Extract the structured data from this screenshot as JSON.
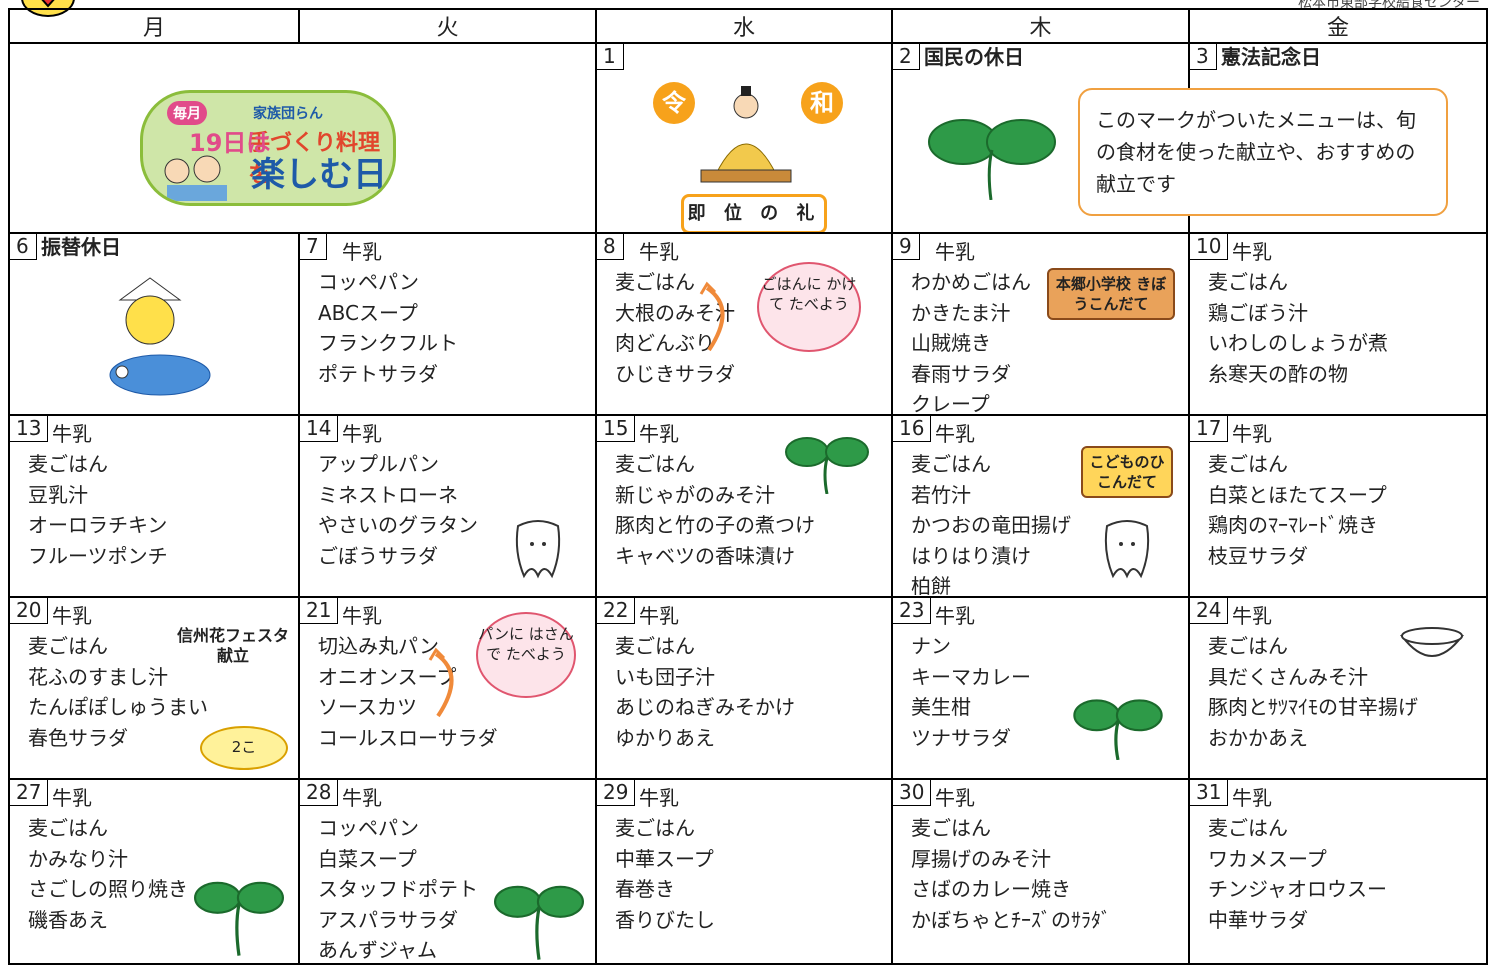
{
  "header_note": "松本市東部学校給食センター",
  "days": [
    "月",
    "火",
    "水",
    "木",
    "金"
  ],
  "milk": "牛乳",
  "logo": {
    "a": "毎月",
    "b": "19日は",
    "c": "家族団らん",
    "d": "手づくり料理を",
    "e": "楽しむ日"
  },
  "reiwa": {
    "rei": "令",
    "wa": "和",
    "label": "即 位 の 礼"
  },
  "note": "このマークがついたメニューは、旬の食材を使った献立や、おすすめの献立です",
  "signs": {
    "hongo": "本郷小学校 きぼうこんだて",
    "kodomo": "こどものひ こんだて"
  },
  "bubbles": {
    "rice": "ごはんに かけて たべよう",
    "bread": "パンに はさんで たべよう",
    "two": "2こ"
  },
  "fest": "信州花フェスタ 献立",
  "week1": {
    "wed": {
      "num": "1"
    },
    "thu": {
      "num": "2",
      "title": "国民の休日"
    },
    "fri": {
      "num": "3",
      "title": "憲法記念日"
    }
  },
  "week2": {
    "mon": {
      "num": "6",
      "title": "振替休日"
    },
    "tue": {
      "num": "7",
      "items": [
        "コッペパン",
        "ABCスープ",
        "フランクフルト",
        "ポテトサラダ"
      ]
    },
    "wed": {
      "num": "8",
      "items": [
        "麦ごはん",
        "大根のみそ汁",
        "肉どんぶり",
        "ひじきサラダ"
      ]
    },
    "thu": {
      "num": "9",
      "items": [
        "わかめごはん",
        "かきたま汁",
        "山賊焼き",
        "春雨サラダ",
        "クレープ"
      ]
    },
    "fri": {
      "num": "10",
      "items": [
        "麦ごはん",
        "鶏ごぼう汁",
        "いわしのしょうが煮",
        "糸寒天の酢の物"
      ]
    }
  },
  "week3": {
    "mon": {
      "num": "13",
      "items": [
        "麦ごはん",
        "豆乳汁",
        "オーロラチキン",
        "フルーツポンチ"
      ]
    },
    "tue": {
      "num": "14",
      "items": [
        "アップルパン",
        "ミネストローネ",
        "やさいのグラタン",
        "ごぼうサラダ"
      ]
    },
    "wed": {
      "num": "15",
      "items": [
        "麦ごはん",
        "新じゃがのみそ汁",
        "豚肉と竹の子の煮つけ",
        "キャベツの香味漬け"
      ]
    },
    "thu": {
      "num": "16",
      "items": [
        "麦ごはん",
        "若竹汁",
        "かつおの竜田揚げ",
        "はりはり漬け",
        "柏餅"
      ]
    },
    "fri": {
      "num": "17",
      "items": [
        "麦ごはん",
        "白菜とほたてスープ",
        "鶏肉のﾏｰﾏﾚｰﾄﾞ焼き",
        "枝豆サラダ"
      ]
    }
  },
  "week4": {
    "mon": {
      "num": "20",
      "items": [
        "麦ごはん",
        "花ふのすまし汁",
        "たんぽぽしゅうまい",
        "春色サラダ"
      ]
    },
    "tue": {
      "num": "21",
      "items": [
        "切込み丸パン",
        "オニオンスープ",
        "ソースカツ",
        "コールスローサラダ"
      ]
    },
    "wed": {
      "num": "22",
      "items": [
        "麦ごはん",
        "いも団子汁",
        "あじのねぎみそかけ",
        "ゆかりあえ"
      ]
    },
    "thu": {
      "num": "23",
      "items": [
        "ナン",
        "キーマカレー",
        "美生柑",
        "ツナサラダ"
      ]
    },
    "fri": {
      "num": "24",
      "items": [
        "麦ごはん",
        "具だくさんみそ汁",
        "豚肉とｻﾂﾏｲﾓの甘辛揚げ",
        "おかかあえ"
      ]
    }
  },
  "week5": {
    "mon": {
      "num": "27",
      "items": [
        "麦ごはん",
        "かみなり汁",
        "さごしの照り焼き",
        "磯香あえ"
      ]
    },
    "tue": {
      "num": "28",
      "items": [
        "コッペパン",
        "白菜スープ",
        "スタッフドポテト",
        "アスパラサラダ",
        "あんずジャム"
      ]
    },
    "wed": {
      "num": "29",
      "items": [
        "麦ごはん",
        "中華スープ",
        "春巻き",
        "香りびたし"
      ]
    },
    "thu": {
      "num": "30",
      "items": [
        "麦ごはん",
        "厚揚げのみそ汁",
        "さばのカレー焼き",
        "かぼちゃとﾁｰｽﾞのｻﾗﾀﾞ"
      ]
    },
    "fri": {
      "num": "31",
      "items": [
        "麦ごはん",
        "ワカメスープ",
        "チンジャオロウスー",
        "中華サラダ"
      ]
    }
  }
}
